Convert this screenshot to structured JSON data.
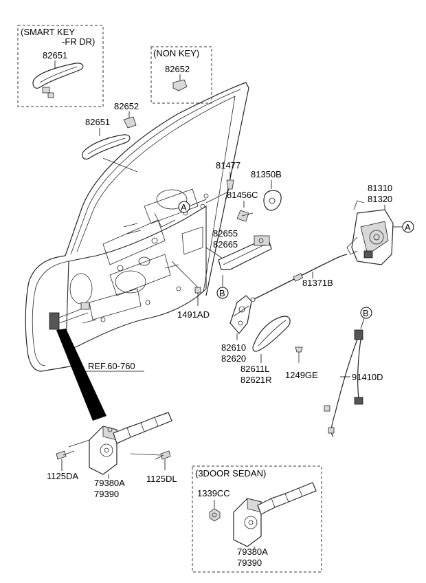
{
  "boxes": {
    "smart_key": {
      "title_line1": "(SMART KEY",
      "title_line2": "-FR DR)",
      "part": "82651"
    },
    "non_key": {
      "title": "(NON KEY)",
      "part": "82652"
    },
    "three_door": {
      "title": "(3DOOR SEDAN)",
      "parts": [
        "1339CC",
        "79380A",
        "79390"
      ]
    }
  },
  "labels": {
    "p82652": "82652",
    "p82651": "82651",
    "p81477": "81477",
    "p81350B": "81350B",
    "p81456C": "81456C",
    "p81310": "81310",
    "p81320": "81320",
    "p82655": "82655",
    "p82665": "82665",
    "p81371B": "81371B",
    "p1491AD": "1491AD",
    "p82610": "82610",
    "p82620": "82620",
    "p82611L": "82611L",
    "p82621R": "82621R",
    "p1249GE": "1249GE",
    "p91410D": "91410D",
    "pREF": "REF.60-760",
    "p1125DA": "1125DA",
    "p79380A": "79380A",
    "p79390": "79390",
    "p1125DL": "1125DL"
  },
  "callouts": {
    "A": "A",
    "B": "B"
  }
}
